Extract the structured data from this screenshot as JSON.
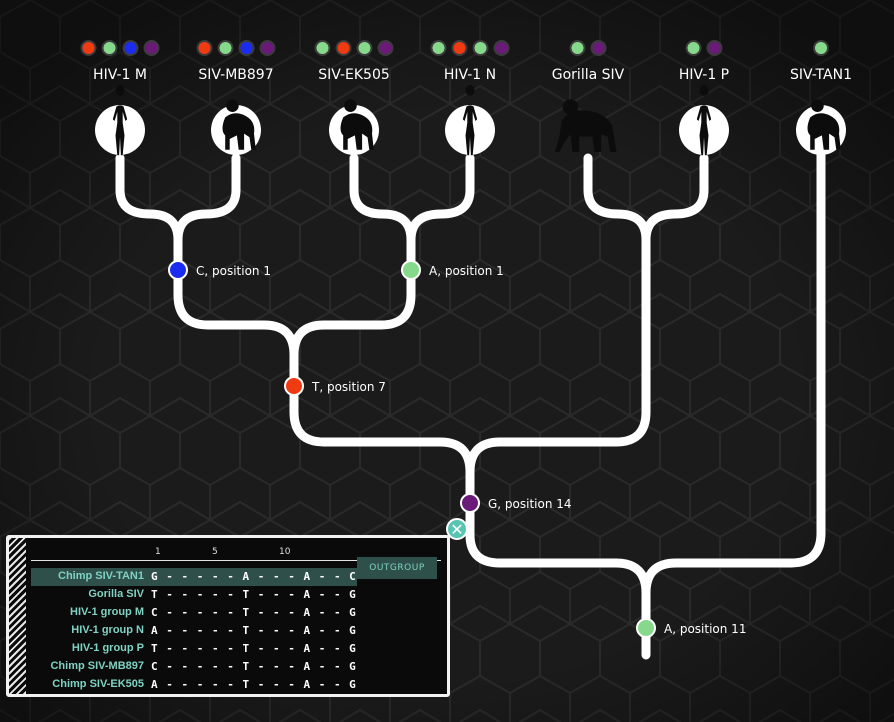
{
  "colors": {
    "background": "#1b1b1b",
    "hex_line": "#2a2a2a",
    "branch": "#ffffff",
    "nucleotides": {
      "A": "#86d98a",
      "C": "#1b2cf0",
      "G": "#6a1a78",
      "T": "#f03a12"
    },
    "panel_accent": "#7fd2c3"
  },
  "taxa": [
    {
      "label": "HIV-1 M",
      "icon": "human-silhouette-icon",
      "framed": true,
      "dots": [
        "T",
        "A",
        "C",
        "G"
      ]
    },
    {
      "label": "SIV-MB897",
      "icon": "chimp-silhouette-icon",
      "framed": true,
      "dots": [
        "T",
        "A",
        "C",
        "G"
      ]
    },
    {
      "label": "SIV-EK505",
      "icon": "chimp-silhouette-icon",
      "framed": true,
      "dots": [
        "A",
        "T",
        "A",
        "G"
      ]
    },
    {
      "label": "HIV-1 N",
      "icon": "human-silhouette-icon",
      "framed": true,
      "dots": [
        "A",
        "T",
        "A",
        "G"
      ]
    },
    {
      "label": "Gorilla SIV",
      "icon": "gorilla-silhouette-icon",
      "framed": false,
      "dots": [
        "A",
        "G"
      ]
    },
    {
      "label": "HIV-1 P",
      "icon": "human-silhouette-icon",
      "framed": true,
      "dots": [
        "A",
        "G"
      ]
    },
    {
      "label": "SIV-TAN1",
      "icon": "chimp-silhouette-icon",
      "framed": true,
      "dots": [
        "A"
      ]
    }
  ],
  "nodes": [
    {
      "label": "C, position 1",
      "base": "C"
    },
    {
      "label": "A, position 1",
      "base": "A"
    },
    {
      "label": "T, position 7",
      "base": "T"
    },
    {
      "label": "G, position 14",
      "base": "G"
    },
    {
      "label": "A, position 11",
      "base": "A"
    }
  ],
  "alignment": {
    "ticks": [
      "1",
      "5",
      "10"
    ],
    "outgroup_label": "OUTGROUP",
    "close_symbol": "✕",
    "rows": [
      {
        "name": "Chimp SIV-TAN1",
        "seq": "G-----A---A--C",
        "outgroup": true
      },
      {
        "name": "Gorilla SIV",
        "seq": "T-----T---A--G",
        "outgroup": false
      },
      {
        "name": "HIV-1 group M",
        "seq": "C-----T---A--G",
        "outgroup": false
      },
      {
        "name": "HIV-1 group N",
        "seq": "A-----T---A--G",
        "outgroup": false
      },
      {
        "name": "HIV-1 group P",
        "seq": "T-----T---A--G",
        "outgroup": false
      },
      {
        "name": "Chimp SIV-MB897",
        "seq": "C-----T---A--G",
        "outgroup": false
      },
      {
        "name": "Chimp SIV-EK505",
        "seq": "A-----T---A--G",
        "outgroup": false
      }
    ]
  }
}
